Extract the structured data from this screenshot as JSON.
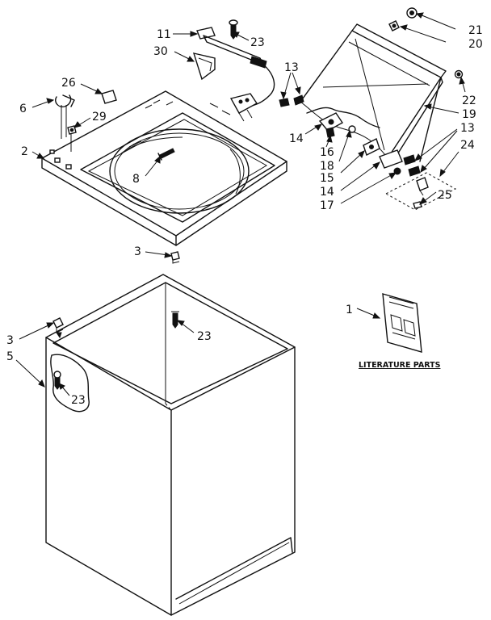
{
  "callouts": {
    "c1": "1",
    "c2": "2",
    "c3a": "3",
    "c3b": "3",
    "c5": "5",
    "c6": "6",
    "c8": "8",
    "c11": "11",
    "c13a": "13",
    "c13b": "13",
    "c14a": "14",
    "c14b": "14",
    "c15": "15",
    "c16": "16",
    "c17": "17",
    "c18": "18",
    "c19": "19",
    "c20": "20",
    "c21": "21",
    "c22": "22",
    "c23a": "23",
    "c23b": "23",
    "c23c": "23",
    "c24": "24",
    "c25": "25",
    "c26": "26",
    "c29": "29",
    "c30": "30"
  },
  "literature_label": "LITERATURE PARTS"
}
